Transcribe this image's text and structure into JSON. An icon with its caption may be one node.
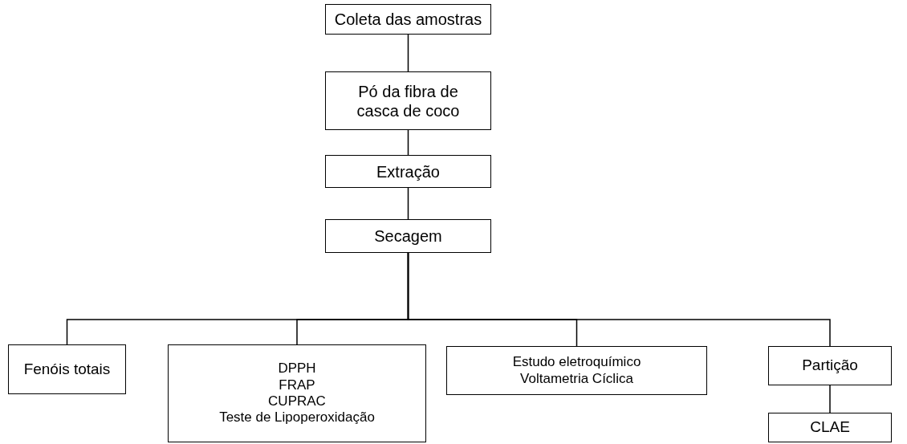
{
  "diagram": {
    "nodes": [
      {
        "text": [
          "Coleta das amostras"
        ]
      },
      {
        "text": [
          "Pó da fibra de casca de coco"
        ]
      },
      {
        "text": [
          "Extração"
        ]
      },
      {
        "text": [
          "Secagem"
        ]
      },
      {
        "text": [
          "Fenóis totais"
        ]
      },
      {
        "text": [
          "DPPH",
          "FRAP",
          "CUPRAC",
          "Teste de Lipoperoxidação"
        ]
      },
      {
        "text": [
          "Estudo eletroquímico",
          "Voltametria Cíclica"
        ]
      },
      {
        "text": [
          "Partição"
        ]
      },
      {
        "text": [
          "CLAE"
        ]
      }
    ],
    "edges": [
      {
        "from": 0,
        "to": 1,
        "arrow": "none"
      },
      {
        "from": 1,
        "to": 2,
        "arrow": "none"
      },
      {
        "from": 2,
        "to": 3,
        "arrow": "none"
      },
      {
        "from": 3,
        "to": 4,
        "arrow": "none"
      },
      {
        "from": 3,
        "to": 5,
        "arrow": "none"
      },
      {
        "from": 3,
        "to": 6,
        "arrow": "none"
      },
      {
        "from": 3,
        "to": 7,
        "arrow": "none"
      },
      {
        "from": 7,
        "to": 8,
        "arrow": "none"
      }
    ]
  }
}
